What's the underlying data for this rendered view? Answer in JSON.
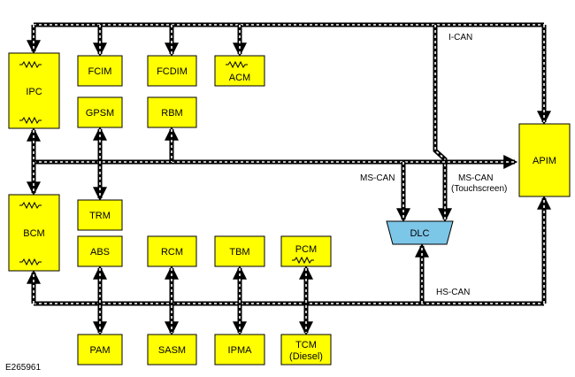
{
  "modules": {
    "ipc": "IPC",
    "fcim": "FCIM",
    "fcdim": "FCDIM",
    "acm": "ACM",
    "gpsm": "GPSM",
    "rbm": "RBM",
    "apim": "APIM",
    "bcm": "BCM",
    "trm": "TRM",
    "abs": "ABS",
    "rcm": "RCM",
    "tbm": "TBM",
    "pcm": "PCM",
    "dlc": "DLC",
    "pam": "PAM",
    "sasm": "SASM",
    "ipma": "IPMA",
    "tcm_line1": "TCM",
    "tcm_line2": "(Diesel)"
  },
  "buses": {
    "ican": "I-CAN",
    "mscan": "MS-CAN",
    "mscan_touch_line1": "MS-CAN",
    "mscan_touch_line2": "(Touchscreen)",
    "hscan": "HS-CAN"
  },
  "figure_id": "E265961",
  "colors": {
    "module_fill": "#ffff00",
    "dlc_fill": "#7cc6e8",
    "bus_line": "#000000",
    "bus_dash": "#ffffff"
  }
}
